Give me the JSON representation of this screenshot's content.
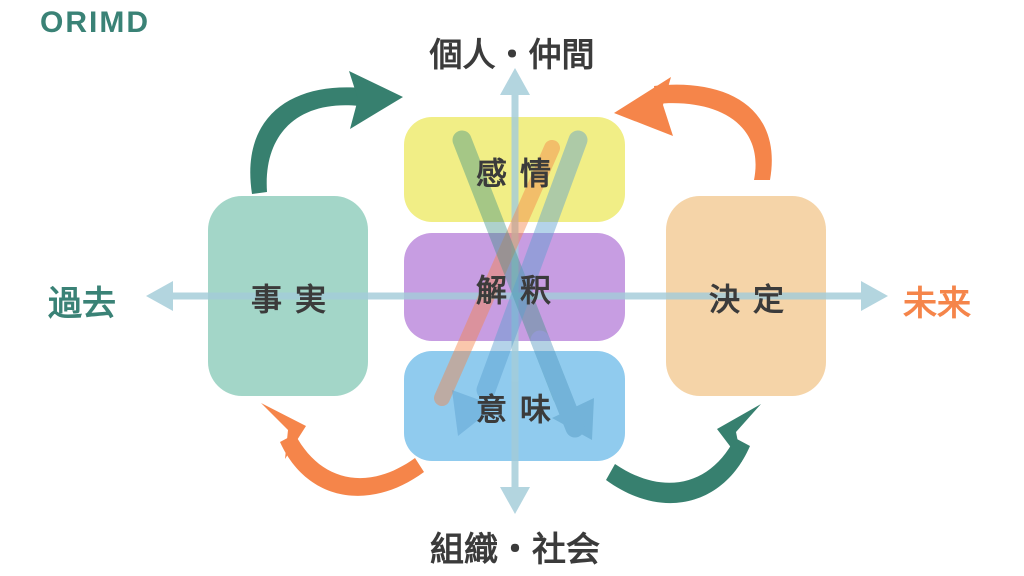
{
  "title": "ORIMD",
  "axis_labels": {
    "top": "個人・仲間",
    "bottom": "組織・社会",
    "left": "過去",
    "right": "未来"
  },
  "boxes": {
    "emotion": {
      "label": "感情",
      "color": "#f1ee86"
    },
    "interpretation": {
      "label": "解釈",
      "color": "#c79de2"
    },
    "meaning": {
      "label": "意味",
      "color": "#90cbee"
    },
    "fact": {
      "label": "事実",
      "color": "#a3d6c8"
    },
    "decision": {
      "label": "決定",
      "color": "#f5d4a8"
    }
  },
  "colors": {
    "teal_accent": "#3a8276",
    "orange_accent": "#f5854a",
    "axis_blue": "#a3ccd9",
    "cross_arrow_blue": "#5b9fd0",
    "cross_arrow_teal": "#3f9387",
    "label_charcoal": "#3b3b3b"
  },
  "icons": {
    "cycle_top_left": "curved-arrow-fact-to-emotion",
    "cycle_top_right": "curved-arrow-decision-to-emotion",
    "cycle_bottom_left": "curved-arrow-meaning-to-fact",
    "cycle_bottom_right": "curved-arrow-meaning-to-decision",
    "cross_left": "diagonal-arrow-emotion-to-meaning-right",
    "cross_right": "diagonal-arrow-emotion-to-meaning-left"
  }
}
